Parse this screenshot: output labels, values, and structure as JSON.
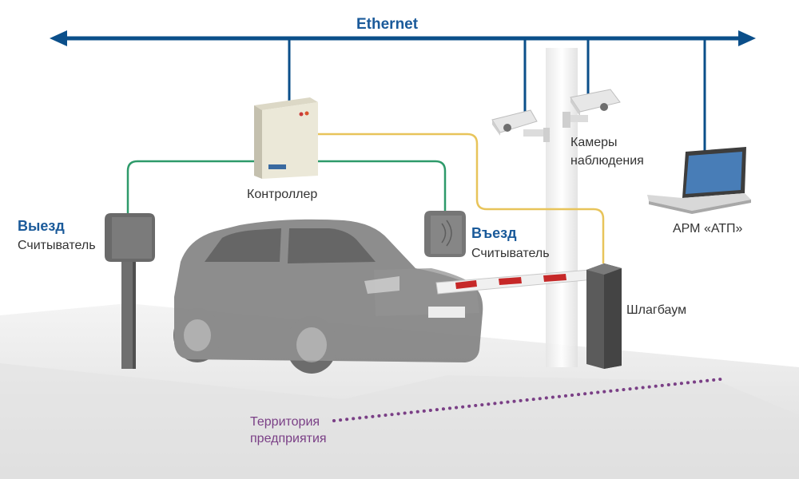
{
  "network": {
    "title": "Ethernet"
  },
  "exit_reader": {
    "heading": "Выезд",
    "label": "Считыватель"
  },
  "entry_reader": {
    "heading": "Въезд",
    "label": "Считыватель"
  },
  "controller": {
    "label": "Контроллер"
  },
  "cameras": {
    "label_line1": "Камеры",
    "label_line2": "наблюдения"
  },
  "workstation": {
    "label": "АРМ «АТП»"
  },
  "barrier": {
    "label": "Шлагбаум"
  },
  "territory": {
    "label_line1": "Территория",
    "label_line2": "предприятия"
  },
  "colors": {
    "ethernet": "#0b4f8a",
    "reader_line": "#2e9a6a",
    "barrier_line": "#e8c45a",
    "accent": "#1a5a9a",
    "territory": "#7a3f86",
    "road": "#e4e4e4"
  }
}
